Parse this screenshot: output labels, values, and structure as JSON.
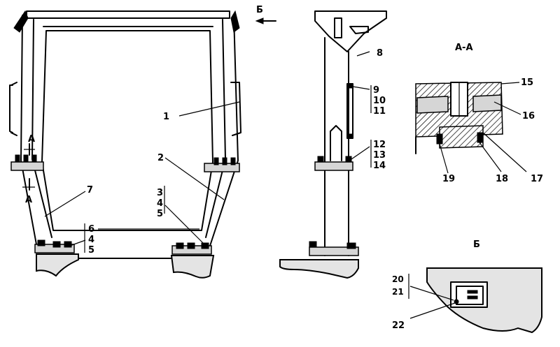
{
  "labels": {
    "view_b_arrow": "Б",
    "section_title": "А-А",
    "view_b_title": "Б",
    "section_mark_top": "А",
    "section_mark_bottom": "А",
    "p1": "1",
    "p2": "2",
    "p7": "7",
    "p8": "8",
    "p15": "15",
    "p16": "16",
    "p17": "17",
    "p18": "18",
    "p19": "19",
    "p22": "22",
    "group_3_4_5": [
      "3",
      "4",
      "5"
    ],
    "group_6_4_5": [
      "6",
      "4",
      "5"
    ],
    "group_9_10_11": [
      "9",
      "10",
      "11"
    ],
    "group_12_13_14": [
      "12",
      "13",
      "14"
    ],
    "group_20_21": [
      "20",
      "21"
    ]
  }
}
